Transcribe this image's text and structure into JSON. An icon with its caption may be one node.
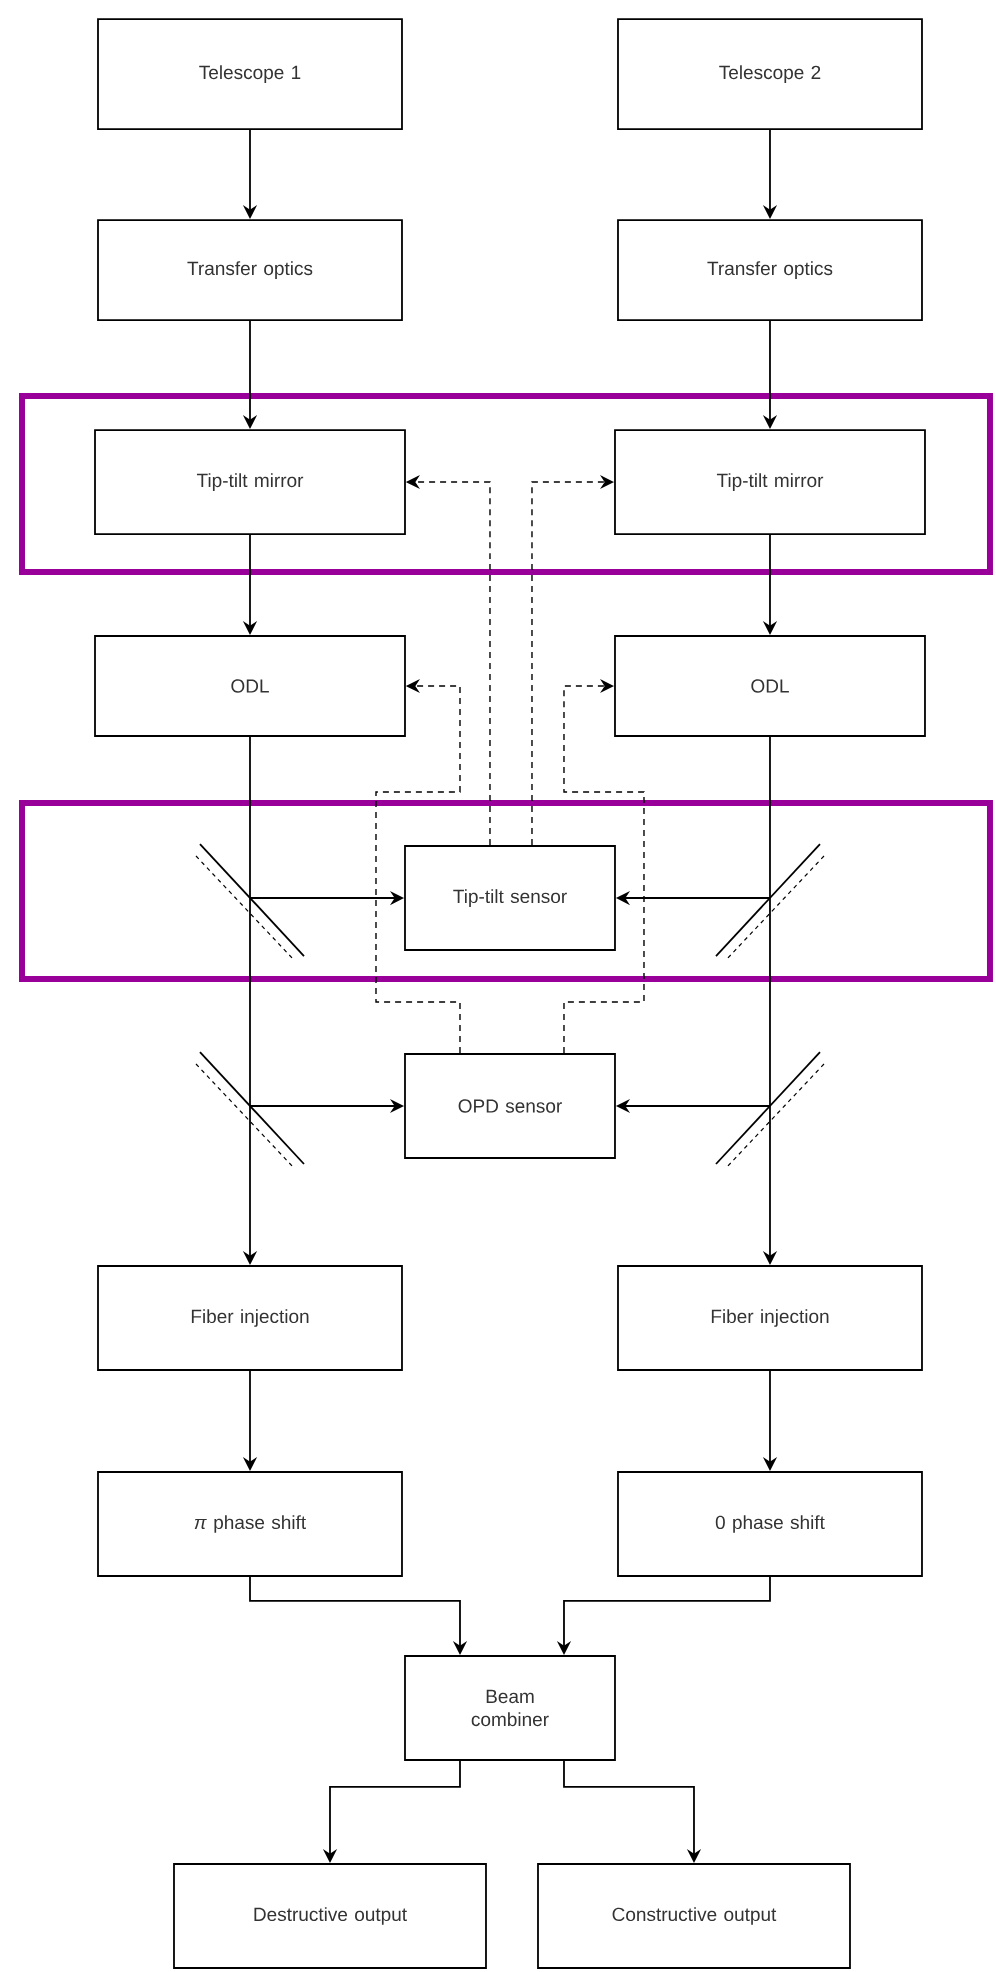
{
  "diagram": {
    "nodes": [
      {
        "text": [
          "Telescope 1"
        ]
      },
      {
        "text": [
          "Telescope 2"
        ]
      },
      {
        "text": [
          "Transfer optics"
        ]
      },
      {
        "text": [
          "Transfer optics"
        ]
      },
      {
        "text": [],
        "shape": "box"
      },
      {
        "text": [
          "Tip-tilt mirror"
        ],
        "in": 4
      },
      {
        "text": [
          "Tip-tilt mirror"
        ],
        "in": 4
      },
      {
        "text": [
          "ODL"
        ]
      },
      {
        "text": [
          "ODL"
        ]
      },
      {
        "text": [],
        "shape": "box"
      },
      {
        "text": [],
        "shape": "mirror",
        "in": 9
      },
      {
        "text": [
          "Tip-tilt sensor"
        ],
        "in": 9
      },
      {
        "text": [],
        "shape": "mirror",
        "in": 9
      },
      {
        "text": [],
        "shape": "mirror"
      },
      {
        "text": [
          "OPD sensor"
        ]
      },
      {
        "text": [],
        "shape": "mirror"
      },
      {
        "text": [
          "Fiber injection"
        ]
      },
      {
        "text": [
          "Fiber injection"
        ]
      },
      {
        "text": [
          "*π* phase shift"
        ]
      },
      {
        "text": [
          "0 phase shift"
        ]
      },
      {
        "text": [
          "Beam combiner"
        ]
      },
      {
        "text": [
          "Destructive output"
        ]
      },
      {
        "text": [
          "Constructive output"
        ]
      }
    ],
    "edges": [
      {
        "from": 0,
        "to": 2,
        "arrow": "to"
      },
      {
        "from": 1,
        "to": 3,
        "arrow": "to"
      },
      {
        "from": 2,
        "to": 5,
        "arrow": "to"
      },
      {
        "from": 3,
        "to": 6,
        "arrow": "to"
      },
      {
        "from": 5,
        "to": 7,
        "arrow": "to"
      },
      {
        "from": 6,
        "to": 8,
        "arrow": "to"
      },
      {
        "from": 7,
        "to": 10,
        "arrow": "none"
      },
      {
        "from": 8,
        "to": 12,
        "arrow": "none"
      },
      {
        "from": 10,
        "to": 13,
        "arrow": "none"
      },
      {
        "from": 12,
        "to": 15,
        "arrow": "none"
      },
      {
        "from": 13,
        "to": 16,
        "arrow": "to"
      },
      {
        "from": 15,
        "to": 17,
        "arrow": "to"
      },
      {
        "from": 10,
        "to": 11,
        "arrow": "to"
      },
      {
        "from": 12,
        "to": 11,
        "arrow": "to"
      },
      {
        "from": 13,
        "to": 14,
        "arrow": "to"
      },
      {
        "from": 15,
        "to": 14,
        "arrow": "to"
      },
      {
        "from": 11,
        "to": 5,
        "arrow": "to",
        "style": "dashed"
      },
      {
        "from": 11,
        "to": 6,
        "arrow": "to",
        "style": "dashed"
      },
      {
        "from": 14,
        "to": 7,
        "arrow": "to",
        "style": "dashed"
      },
      {
        "from": 14,
        "to": 8,
        "arrow": "to",
        "style": "dashed"
      },
      {
        "from": 16,
        "to": 18,
        "arrow": "to"
      },
      {
        "from": 17,
        "to": 19,
        "arrow": "to"
      },
      {
        "from": 18,
        "to": 20,
        "arrow": "to"
      },
      {
        "from": 19,
        "to": 20,
        "arrow": "to"
      },
      {
        "from": 20,
        "to": 21,
        "arrow": "to"
      },
      {
        "from": 20,
        "to": 22,
        "arrow": "to"
      }
    ]
  }
}
